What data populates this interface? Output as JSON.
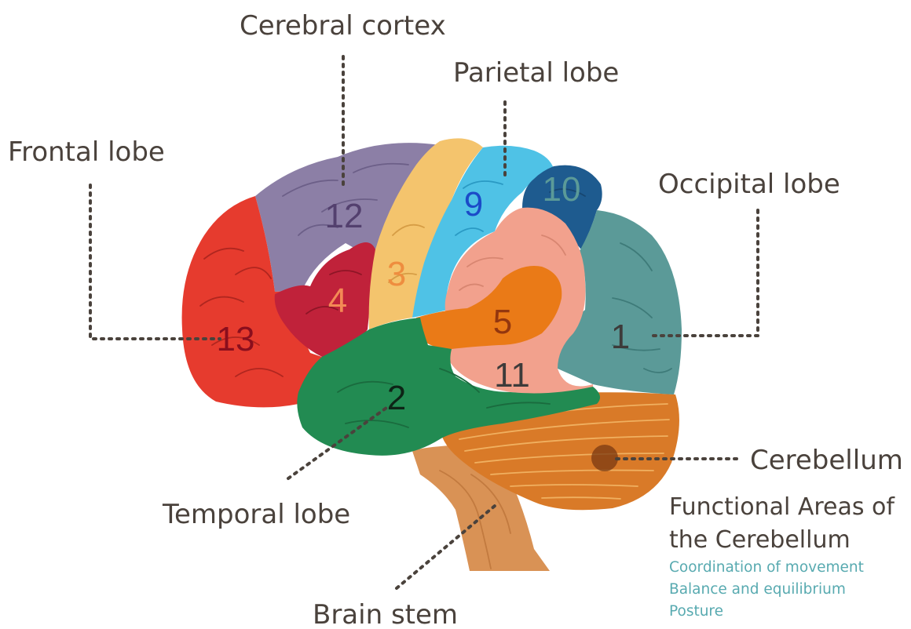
{
  "labels": {
    "cerebral_cortex": "Cerebral cortex",
    "parietal_lobe": "Parietal lobe",
    "frontal_lobe": "Frontal lobe",
    "occipital_lobe": "Occipital lobe",
    "temporal_lobe": "Temporal lobe",
    "cerebellum": "Cerebellum",
    "brain_stem": "Brain stem"
  },
  "functional_areas": {
    "title_line1": "Functional Areas of",
    "title_line2": "the Cerebellum",
    "items": [
      "Coordination of movement",
      "Balance and equilibrium",
      "Posture"
    ]
  },
  "regions": [
    {
      "id": "1",
      "number": "1",
      "color": "#5b9a98",
      "number_color": "#3d3b3a"
    },
    {
      "id": "2",
      "number": "2",
      "color": "#228b52",
      "number_color": "#0d2416"
    },
    {
      "id": "3",
      "number": "3",
      "color": "#f4c46d",
      "number_color": "#ee8d3f"
    },
    {
      "id": "4",
      "number": "4",
      "color": "#c0223a",
      "number_color": "#f38a55"
    },
    {
      "id": "5",
      "number": "5",
      "color": "#ea7a17",
      "number_color": "#93360e"
    },
    {
      "id": "9",
      "number": "9",
      "color": "#4fc2e6",
      "number_color": "#1b4bc8"
    },
    {
      "id": "10",
      "number": "10",
      "color": "#1e5b8f",
      "number_color": "#5b9a98"
    },
    {
      "id": "11",
      "number": "11",
      "color": "#f2a18d",
      "number_color": "#3d3b3a"
    },
    {
      "id": "12",
      "number": "12",
      "color": "#8c7fa6",
      "number_color": "#53406e"
    },
    {
      "id": "13",
      "number": "13",
      "color": "#e63b2e",
      "number_color": "#8a0e1d"
    }
  ],
  "structure_colors": {
    "cerebellum": "#d97a28",
    "cerebellum_lines": "#f0b060",
    "brain_stem": "#d99255",
    "brain_stem_shade": "#c27a3f"
  },
  "colors": {
    "label_text": "#4a423c",
    "functional_items": "#58aab0"
  }
}
